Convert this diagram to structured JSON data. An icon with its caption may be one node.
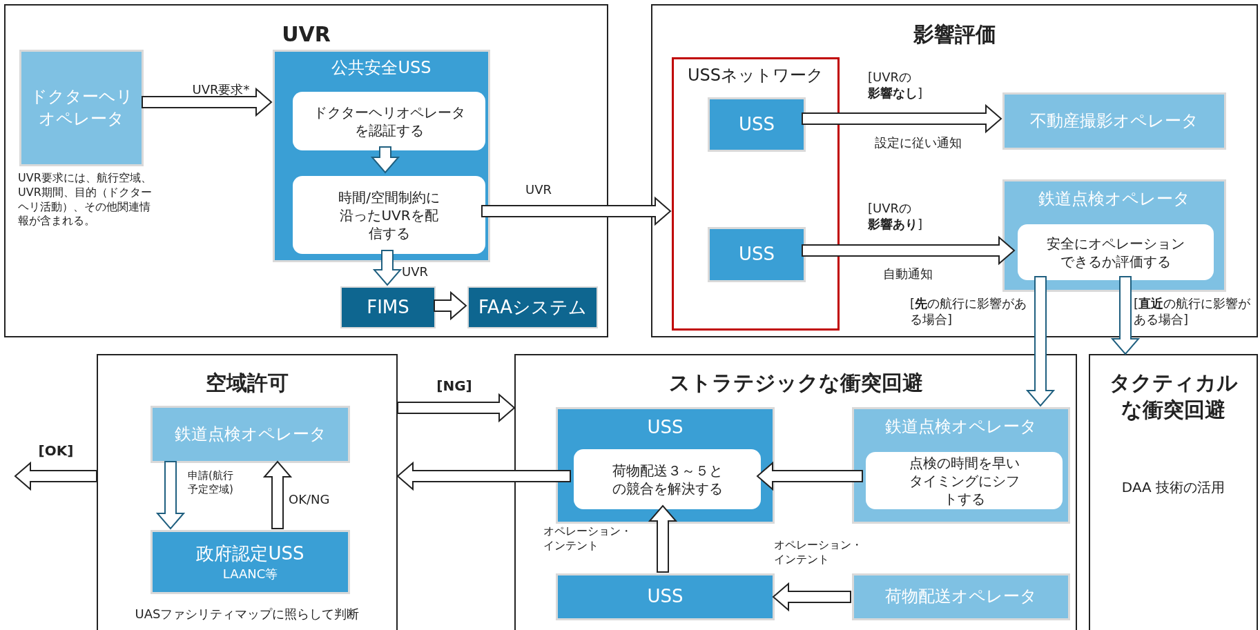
{
  "diagram": {
    "nodes": [
      {
        "text": [
          "UVR"
        ]
      },
      {
        "text": [
          "ドクターヘリオペレータ"
        ],
        "in": 0,
        "beside": [
          "UVR要求には、航行空域、UVR期間、目的（ドクターヘリ活動）、その他関連情報が含まれる。"
        ]
      },
      {
        "text": [
          "公共安全USS"
        ],
        "in": 0
      },
      {
        "text": [
          "ドクターヘリオペレータを認証する"
        ],
        "in": 2
      },
      {
        "text": [
          "時間/空間制約に沿ったUVRを配信する"
        ],
        "in": 2
      },
      {
        "text": [
          "FIMS"
        ],
        "in": 0
      },
      {
        "text": [
          "FAAシステム"
        ],
        "in": 0
      },
      {
        "text": [
          "影響評価"
        ]
      },
      {
        "text": [
          "USSネットワーク"
        ],
        "in": 7
      },
      {
        "text": [
          "USS"
        ],
        "in": 8
      },
      {
        "text": [
          "USS"
        ],
        "in": 8
      },
      {
        "text": [
          "不動産撮影オペレータ"
        ],
        "in": 7
      },
      {
        "text": [
          "鉄道点検オペレータ"
        ],
        "in": 7
      },
      {
        "text": [
          "安全にオペレーションできるか評価する"
        ],
        "in": 12
      },
      {
        "text": [
          "空域許可"
        ]
      },
      {
        "text": [
          "鉄道点検オペレータ"
        ],
        "in": 14
      },
      {
        "text": [
          "政府認定USS",
          "LAANC等"
        ],
        "in": 14
      },
      {
        "text": [
          "ストラテジックな衝突回避"
        ]
      },
      {
        "text": [
          "USS"
        ],
        "in": 17
      },
      {
        "text": [
          "荷物配送３～５との競合を解決する"
        ],
        "in": 18
      },
      {
        "text": [
          "鉄道点検オペレータ"
        ],
        "in": 17
      },
      {
        "text": [
          "点検の時間を早いタイミングにシフトする"
        ],
        "in": 20
      },
      {
        "text": [
          "USS"
        ],
        "in": 17
      },
      {
        "text": [
          "荷物配送オペレータ"
        ],
        "in": 17
      },
      {
        "text": [
          "タクティカルな衝突回避",
          "DAA 技術の活用"
        ]
      }
    ],
    "edges": [
      {
        "from": 1,
        "to": 2,
        "arrow": "to",
        "label": "UVR要求*"
      },
      {
        "from": 3,
        "to": 4,
        "arrow": "to",
        "color": "#1f5f7f"
      },
      {
        "from": 4,
        "to": 8,
        "arrow": "to",
        "label": "UVR"
      },
      {
        "from": 4,
        "to": 5,
        "arrow": "to",
        "label": "UVR",
        "color": "#1f5f7f"
      },
      {
        "from": 5,
        "to": 6,
        "arrow": "to"
      },
      {
        "from": 9,
        "to": 11,
        "arrow": "to",
        "label": "[UVRの**影響なし**]"
      },
      {
        "from": 10,
        "to": 13,
        "arrow": "to",
        "label": "[UVRの**影響あり**]"
      },
      {
        "from": 13,
        "to": 20,
        "arrow": "to",
        "label": "[**先**の航行に影響がある場合]",
        "color": "#1f5f7f"
      },
      {
        "from": 13,
        "to": 24,
        "arrow": "to",
        "label": "[**直近**の航行に影響がある場合]",
        "color": "#1f5f7f"
      },
      {
        "from": 14,
        "to": 17,
        "arrow": "to",
        "label": "[NG]"
      },
      {
        "from": 19,
        "to": 14,
        "arrow": "to"
      },
      {
        "from": 21,
        "to": 19,
        "arrow": "to"
      },
      {
        "from": 22,
        "to": 19,
        "arrow": "to",
        "label": "オペレーション・インテント"
      },
      {
        "from": 23,
        "to": 22,
        "arrow": "to",
        "label": "オペレーション・インテント"
      },
      {
        "from": 14,
        "to": null,
        "arrow": "to",
        "label": "[OK]"
      },
      {
        "from": 15,
        "to": 16,
        "arrow": "to",
        "label": "申請(航行予定空域)",
        "color": "#1f5f7f"
      },
      {
        "from": 16,
        "to": 15,
        "arrow": "to",
        "label": "OK/NG"
      }
    ],
    "labels": [
      "設定に従い通知",
      "自動通知",
      "UASファシリティマップに照らして判断"
    ]
  }
}
